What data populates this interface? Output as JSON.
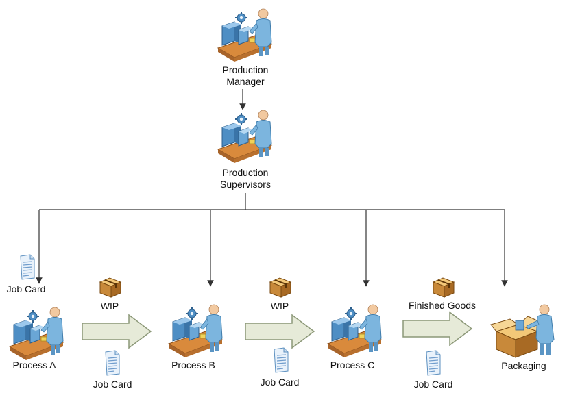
{
  "nodes": {
    "production_manager": {
      "line1": "Production",
      "line2": "Manager"
    },
    "production_supervisors": {
      "line1": "Production",
      "line2": "Supervisors"
    },
    "process_a": "Process A",
    "process_b": "Process B",
    "process_c": "Process C",
    "packaging": "Packaging"
  },
  "flows": {
    "wip_1": "WIP",
    "wip_2": "WIP",
    "finished_goods": "Finished Goods"
  },
  "documents": {
    "job_card_top": "Job Card",
    "job_card_1": "Job Card",
    "job_card_2": "Job Card",
    "job_card_3": "Job Card"
  },
  "icons": {
    "worker": "factory-worker-icon",
    "box": "cardboard-box-icon",
    "document": "document-icon",
    "packaging": "packaging-worker-icon"
  },
  "colors": {
    "line": "#333333",
    "arrow_fill": "#e6ead8",
    "arrow_stroke": "#8c9878",
    "conveyor": "#d98a3c",
    "machine": "#6aa6d6",
    "person": "#7cb5de",
    "skin": "#f2c9a0",
    "box": "#c8893a"
  }
}
